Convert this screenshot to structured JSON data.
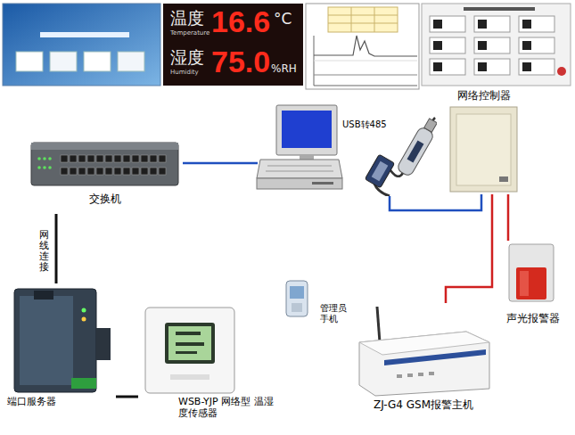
{
  "diagram": {
    "nodes": [
      {
        "text": [
          "温度",
          "Temperature",
          "16.6",
          "°C",
          "湿度",
          "Humidity",
          "75.0",
          "%RH"
        ]
      },
      {
        "text": [
          "USB转485"
        ]
      },
      {
        "text": [
          "网络控制器"
        ]
      },
      {
        "text": [
          "交换机"
        ]
      },
      {
        "text": [
          "端口服务器"
        ]
      },
      {
        "text": [
          "WSB-YJP 网络型 温湿度传感器"
        ]
      },
      {
        "text": [
          "管理员 手机"
        ]
      },
      {
        "text": [
          "ZJ-G4 GSM报警主机"
        ]
      },
      {
        "text": [
          "声光报警器"
        ]
      }
    ],
    "edges": [
      {
        "from": 1,
        "to": 2,
        "arrow": "none"
      },
      {
        "from": 2,
        "to": 8,
        "arrow": "none"
      },
      {
        "from": 2,
        "to": 7,
        "arrow": "none"
      },
      {
        "from": 3,
        "to": 4,
        "arrow": "none"
      },
      {
        "from": 4,
        "to": 5,
        "arrow": "none"
      }
    ],
    "labels": [
      "网线 连接"
    ]
  }
}
